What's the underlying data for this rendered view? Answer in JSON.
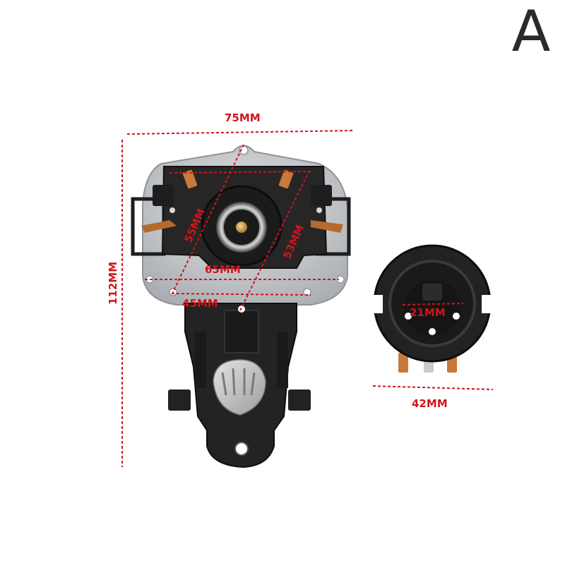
{
  "variant_label": "A",
  "dimensions": {
    "top_width": "75MM",
    "total_height": "112MM",
    "left_diagonal": "55MM",
    "right_diagonal": "53MM",
    "center_width": "65MM",
    "bottom_width": "45MM",
    "socket_inner": "21MM",
    "socket_width": "42MM"
  },
  "colors": {
    "dimension_red": "#d0141c",
    "plastic_black": "#1e1e1e",
    "metal_plate": "#c8cbce",
    "copper": "#c77a3c"
  }
}
